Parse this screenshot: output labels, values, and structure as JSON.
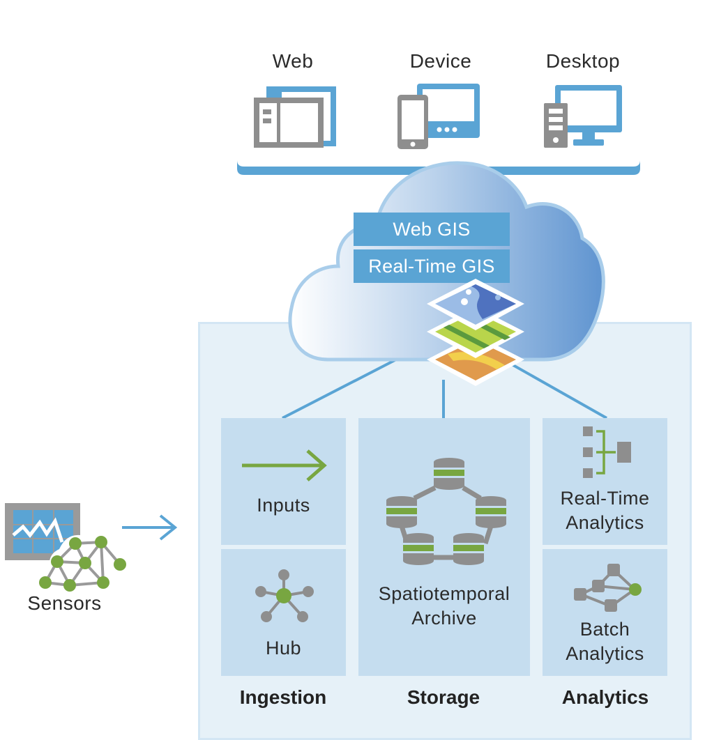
{
  "clients": {
    "items": [
      {
        "label": "Web",
        "icon": "web-browser-icon"
      },
      {
        "label": "Device",
        "icon": "mobile-device-icon"
      },
      {
        "label": "Desktop",
        "icon": "desktop-computer-icon"
      }
    ]
  },
  "cloud": {
    "banners": [
      "Web GIS",
      "Real-Time GIS"
    ],
    "icon": "map-layers-icon"
  },
  "source": {
    "label": "Sensors",
    "icon": "sensor-network-icon"
  },
  "columns": [
    {
      "title": "Ingestion",
      "boxes": [
        {
          "label": "Inputs",
          "icon": "arrow-right-icon"
        },
        {
          "label": "Hub",
          "icon": "hub-icon"
        }
      ]
    },
    {
      "title": "Storage",
      "boxes": [
        {
          "label_lines": [
            "Spatiotemporal",
            "Archive"
          ],
          "icon": "database-ring-icon"
        }
      ]
    },
    {
      "title": "Analytics",
      "boxes": [
        {
          "label_lines": [
            "Real-Time",
            "Analytics"
          ],
          "icon": "stream-merge-icon"
        },
        {
          "label_lines": [
            "Batch",
            "Analytics"
          ],
          "icon": "graph-network-icon"
        }
      ]
    }
  ],
  "colors": {
    "accent_blue": "#5aa4d4",
    "accent_green": "#78a641",
    "icon_gray": "#8e8e8e",
    "panel_bg": "#e6f1f8",
    "box_bg": "#c5ddef"
  }
}
